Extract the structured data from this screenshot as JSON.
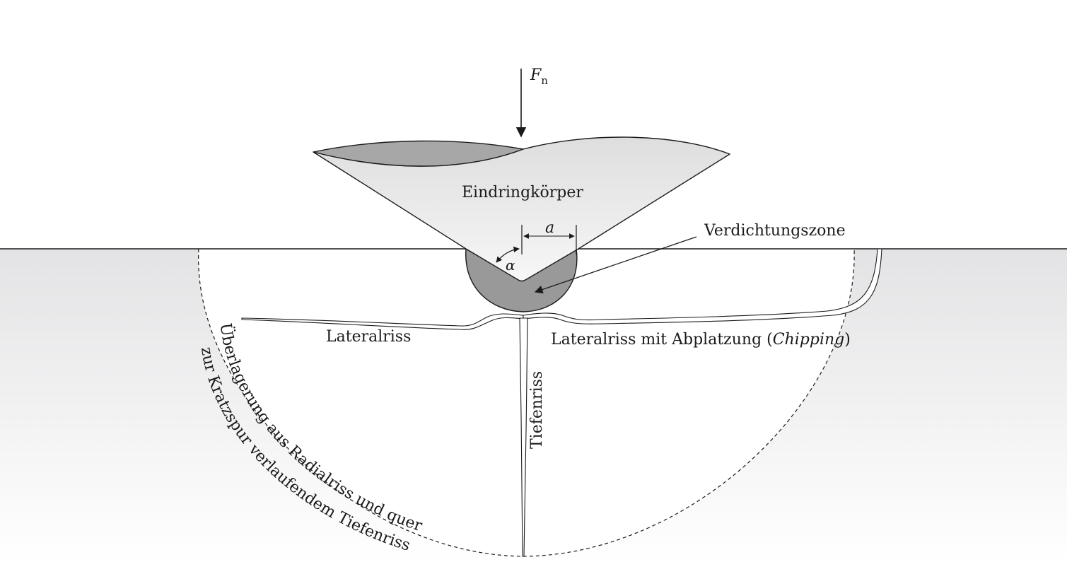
{
  "labels": {
    "force_symbol": "F",
    "force_subscript": "n",
    "indenter": "Eindringkörper",
    "contact_radius": "a",
    "angle": "α",
    "compaction_zone": "Verdichtungszone",
    "lateral_crack": "Lateralriss",
    "lateral_crack_chipping_main": "Lateralriss mit Abplatzung (",
    "lateral_crack_chipping_italic": "Chipping",
    "lateral_crack_chipping_close": ")",
    "median_crack": "Tiefenriss",
    "radial_overlay_line1": "Überlagerung aus Radialriss und quer",
    "radial_overlay_line2": "zur Kratzspur verlaufendem Tiefenriss"
  },
  "colors": {
    "ink": "#1a1a1a",
    "indenter_fill": "#e4e4e4",
    "indenter_back_fill": "#a7a7a7",
    "compaction_fill": "#999999",
    "substrate_top": "#e3e3e5"
  }
}
